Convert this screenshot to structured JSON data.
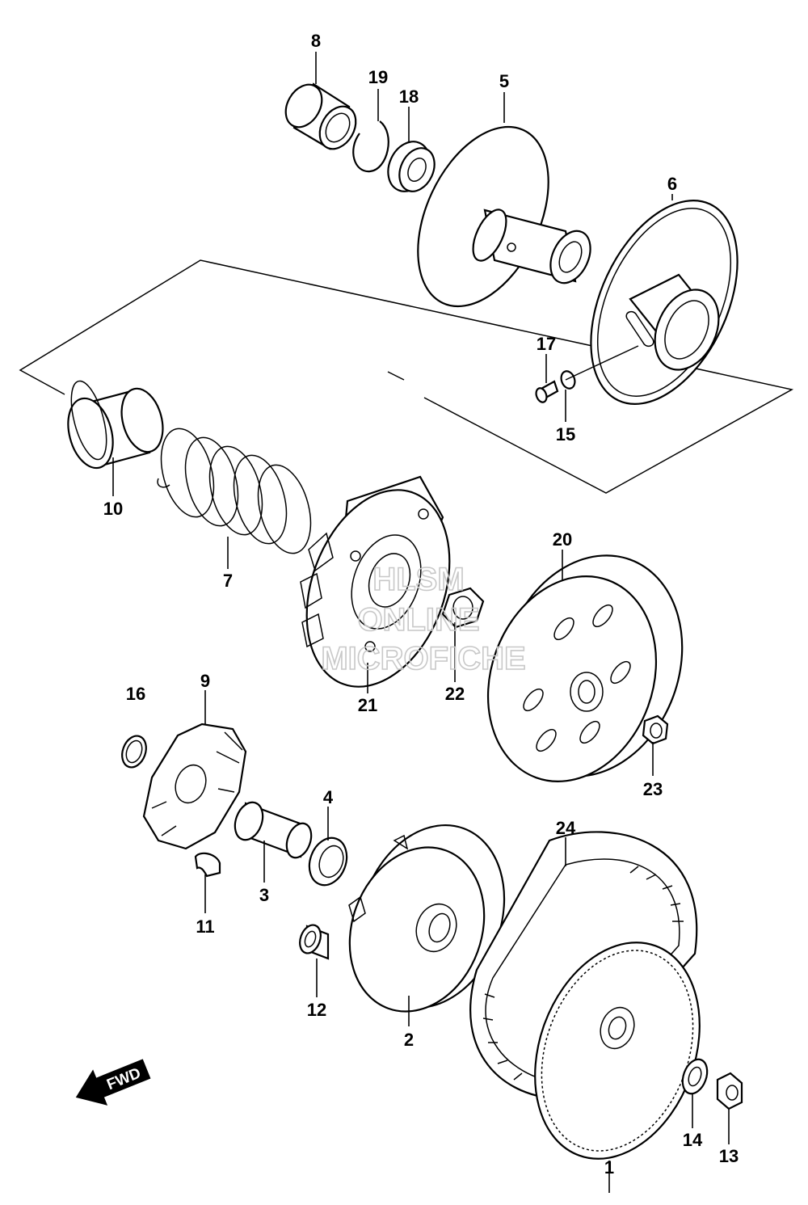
{
  "parts": [
    {
      "id": "part-1",
      "label": "1"
    },
    {
      "id": "part-2",
      "label": "2"
    },
    {
      "id": "part-3",
      "label": "3"
    },
    {
      "id": "part-4",
      "label": "4"
    },
    {
      "id": "part-5",
      "label": "5"
    },
    {
      "id": "part-6",
      "label": "6"
    },
    {
      "id": "part-7",
      "label": "7"
    },
    {
      "id": "part-8",
      "label": "8"
    },
    {
      "id": "part-9",
      "label": "9"
    },
    {
      "id": "part-10",
      "label": "10"
    },
    {
      "id": "part-11",
      "label": "11"
    },
    {
      "id": "part-12",
      "label": "12"
    },
    {
      "id": "part-13",
      "label": "13"
    },
    {
      "id": "part-14",
      "label": "14"
    },
    {
      "id": "part-15",
      "label": "15"
    },
    {
      "id": "part-16",
      "label": "16"
    },
    {
      "id": "part-17",
      "label": "17"
    },
    {
      "id": "part-18",
      "label": "18"
    },
    {
      "id": "part-19",
      "label": "19"
    },
    {
      "id": "part-20",
      "label": "20"
    },
    {
      "id": "part-21",
      "label": "21"
    },
    {
      "id": "part-22",
      "label": "22"
    },
    {
      "id": "part-23",
      "label": "23"
    },
    {
      "id": "part-24",
      "label": "24"
    }
  ],
  "watermark": {
    "line1": "HLSM",
    "line2": "ONLINE",
    "line3": "MICROFICHE"
  },
  "direction_arrow": {
    "text": "FWD"
  }
}
